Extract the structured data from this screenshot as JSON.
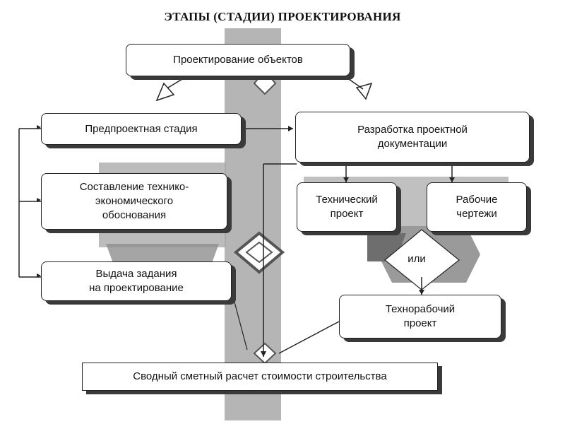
{
  "title": "ЭТАПЫ (СТАДИИ) ПРОЕКТИРОВАНИЯ",
  "nodes": {
    "design_objects": "Проектирование объектов",
    "pre_design": "Предпроектная стадия",
    "feasibility": "Составление технико-\nэкономического\nобоснования",
    "assignment": "Выдача задания\nна проектирование",
    "project_docs": "Разработка проектной\nдокументации",
    "tech_project": "Технический\nпроект",
    "working_drawings": "Рабочие\nчертежи",
    "or": "или",
    "tech_working": "Технорабочий\nпроект",
    "summary_estimate": "Сводный сметный расчет стоимости строительства"
  },
  "colors": {
    "band": "#9a9a9a",
    "band_dark": "#6e6e6e",
    "line": "#222222",
    "box_border": "#222222"
  }
}
